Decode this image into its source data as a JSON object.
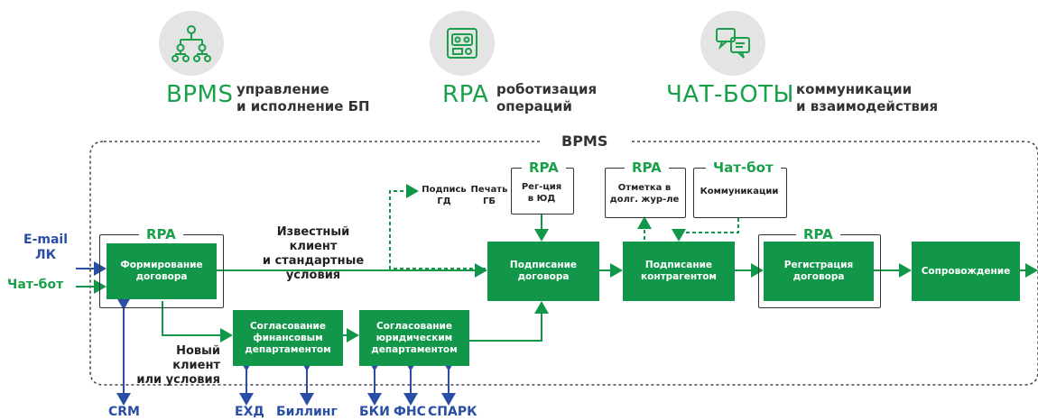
{
  "header": {
    "bpms": {
      "title": "BPMS",
      "desc": "управление\nи исполнение БП",
      "icon": "org-chart-icon"
    },
    "rpa": {
      "title": "RPA",
      "desc": "роботизация\nопераций",
      "icon": "robot-icon"
    },
    "chatbots": {
      "title": "ЧАТ-БОТЫ",
      "desc": "коммуникации\nи взаимодействия",
      "icon": "chat-bubbles-icon"
    }
  },
  "process": {
    "container_label": "BPMS",
    "inputs": [
      "E-mail\nЛК",
      "Чат-бот"
    ],
    "boxes": {
      "form_contract": "Формирование\nдоговора",
      "fin_approval": "Согласование\nфинансовым\nдепартаментом",
      "legal_approval": "Согласование\nюридическим\nдепартаментом",
      "sign_contract": "Подписание\nдоговора",
      "counterparty_sign": "Подписание\nконтрагентом",
      "registration": "Регистрация\nдоговора",
      "support": "Сопровождение"
    },
    "rpa_tags": {
      "form": "RPA",
      "registration_ud": "RPA",
      "journal_mark": "RPA",
      "registration": "RPA",
      "chatbot": "Чат-бот"
    },
    "small_boxes": {
      "sign_gd": "Подпись\nГД",
      "stamp_gb": "Печать\nГБ",
      "reg_ud": "Рег-ция\nв ЮД",
      "journal": "Отметка в\nдолг. жур-ле",
      "communications": "Коммуникации"
    },
    "flow_labels": {
      "known_client": "Известный клиент\nи стандартные\nусловия",
      "new_client": "Новый клиент\nили условия"
    },
    "systems": [
      "CRM",
      "ЕХД",
      "Биллинг",
      "БКИ",
      "ФНС",
      "СПАРК"
    ]
  },
  "colors": {
    "green": "#12974a",
    "accent_text": "#1aa04a",
    "blue": "#2a4ea6"
  }
}
